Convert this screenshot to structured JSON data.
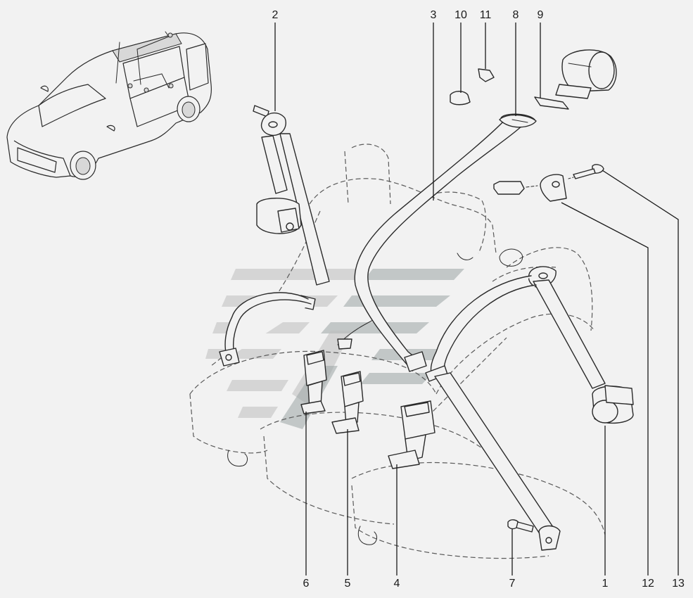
{
  "diagram": {
    "callouts": [
      {
        "id": "c2",
        "label": "2"
      },
      {
        "id": "c3",
        "label": "3"
      },
      {
        "id": "c10",
        "label": "10"
      },
      {
        "id": "c11",
        "label": "11"
      },
      {
        "id": "c8",
        "label": "8"
      },
      {
        "id": "c9",
        "label": "9"
      },
      {
        "id": "c6",
        "label": "6"
      },
      {
        "id": "c5",
        "label": "5"
      },
      {
        "id": "c4",
        "label": "4"
      },
      {
        "id": "c7",
        "label": "7"
      },
      {
        "id": "c1",
        "label": "1"
      },
      {
        "id": "c12",
        "label": "12"
      },
      {
        "id": "c13",
        "label": "13"
      }
    ],
    "colors": {
      "background": "#f2f2f2",
      "line": "#2a2a2a",
      "seat_outline": "#5a5a5a",
      "watermark_light": "#bdbdbd",
      "watermark_dark": "#9aa4a4"
    }
  }
}
